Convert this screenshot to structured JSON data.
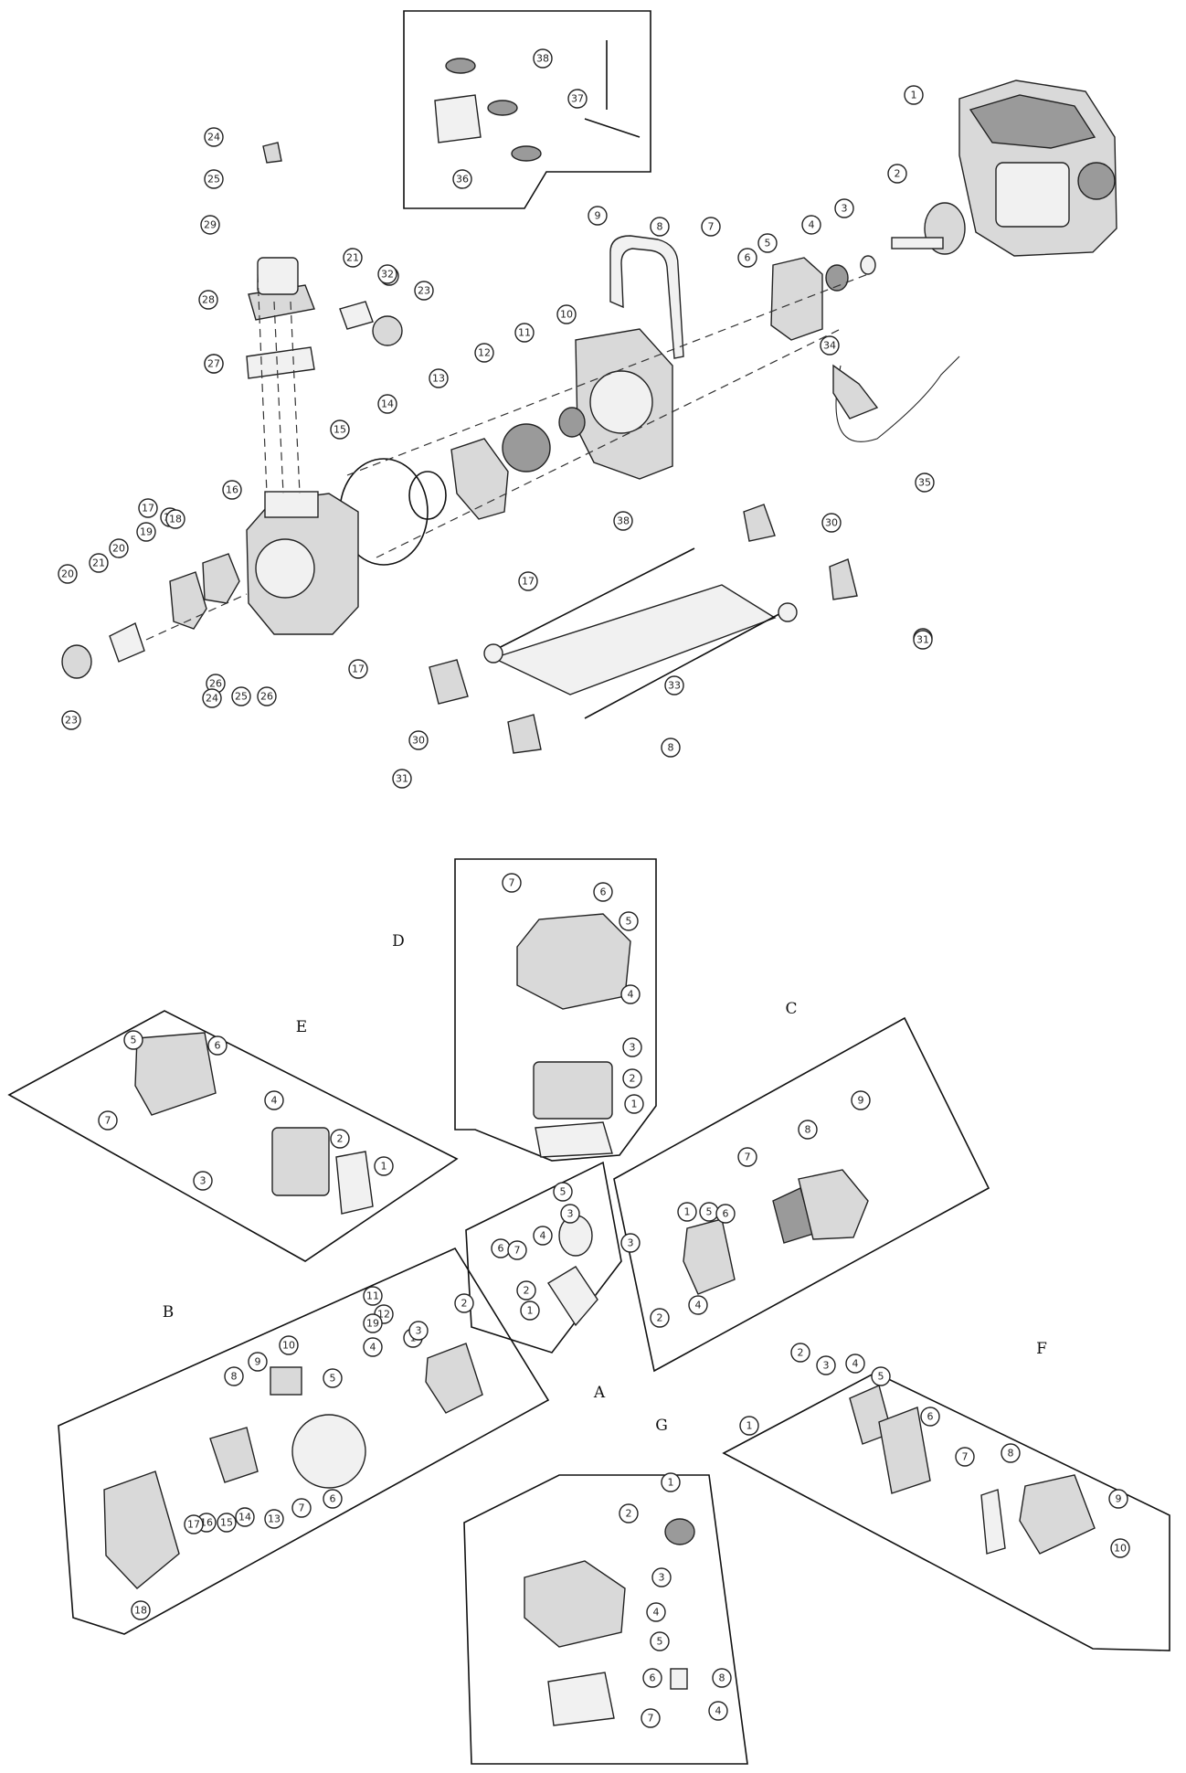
{
  "top": {
    "callouts": [
      "1",
      "2",
      "3",
      "4",
      "5",
      "6",
      "7",
      "8",
      "9",
      "10",
      "11",
      "12",
      "13",
      "14",
      "15",
      "16",
      "17",
      "18",
      "19",
      "20",
      "21",
      "22",
      "23",
      "24",
      "25",
      "26",
      "27",
      "28",
      "29",
      "30",
      "31",
      "32",
      "33",
      "34",
      "35",
      "36",
      "37",
      "38"
    ]
  },
  "groups": {
    "A": "A",
    "B": "B",
    "C": "C",
    "D": "D",
    "E": "E",
    "F": "F",
    "G": "G"
  },
  "bottom_callouts": {
    "D": [
      "1",
      "2",
      "3",
      "4",
      "5",
      "6",
      "7"
    ],
    "E": [
      "1",
      "2",
      "3",
      "4",
      "5",
      "6",
      "7"
    ],
    "C": [
      "1",
      "2",
      "3",
      "4",
      "5",
      "6",
      "7",
      "8",
      "9"
    ],
    "A": [
      "1",
      "2",
      "3",
      "4",
      "5",
      "6",
      "7"
    ],
    "B": [
      "1",
      "2",
      "3",
      "4",
      "5",
      "6",
      "7",
      "8",
      "9",
      "10",
      "11",
      "12",
      "13",
      "14",
      "15",
      "16",
      "17",
      "18",
      "19"
    ],
    "F": [
      "1",
      "2",
      "3",
      "4",
      "5",
      "6",
      "7",
      "8",
      "9",
      "10"
    ],
    "G": [
      "1",
      "2",
      "3",
      "4",
      "5",
      "6",
      "7",
      "8"
    ]
  }
}
